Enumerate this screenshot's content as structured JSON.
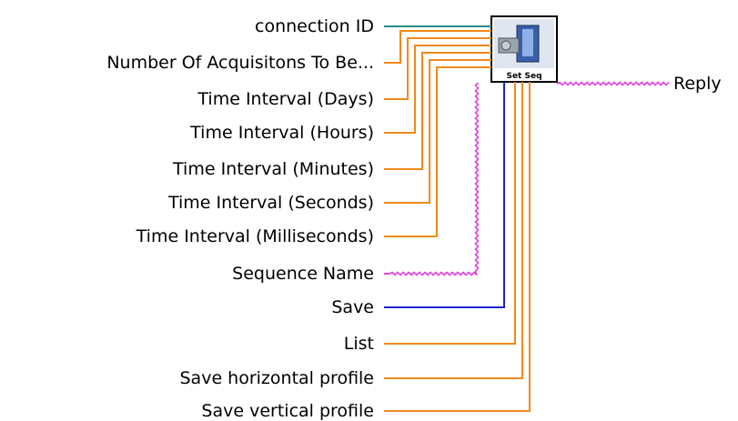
{
  "vi": {
    "icon_label": "Set Seq",
    "icon_name": "camera-sequence-icon"
  },
  "inputs": [
    {
      "label": "connection ID",
      "wire": "teal"
    },
    {
      "label": "Number Of Acquisitons To Be...",
      "wire": "orange"
    },
    {
      "label": "Time Interval (Days)",
      "wire": "orange"
    },
    {
      "label": "Time Interval (Hours)",
      "wire": "orange"
    },
    {
      "label": "Time Interval (Minutes)",
      "wire": "orange"
    },
    {
      "label": "Time Interval (Seconds)",
      "wire": "orange"
    },
    {
      "label": "Time Interval (Milliseconds)",
      "wire": "orange"
    },
    {
      "label": "Sequence Name",
      "wire": "pink"
    },
    {
      "label": "Save",
      "wire": "blue"
    },
    {
      "label": "List",
      "wire": "orange"
    },
    {
      "label": "Save horizontal profile",
      "wire": "orange"
    },
    {
      "label": "Save vertical profile",
      "wire": "orange"
    }
  ],
  "outputs": [
    {
      "label": "Reply",
      "wire": "pink"
    }
  ],
  "colors": {
    "teal": "#2a8a8a",
    "orange": "#f08a1c",
    "pink": "#e040e0",
    "blue": "#2020d0"
  }
}
